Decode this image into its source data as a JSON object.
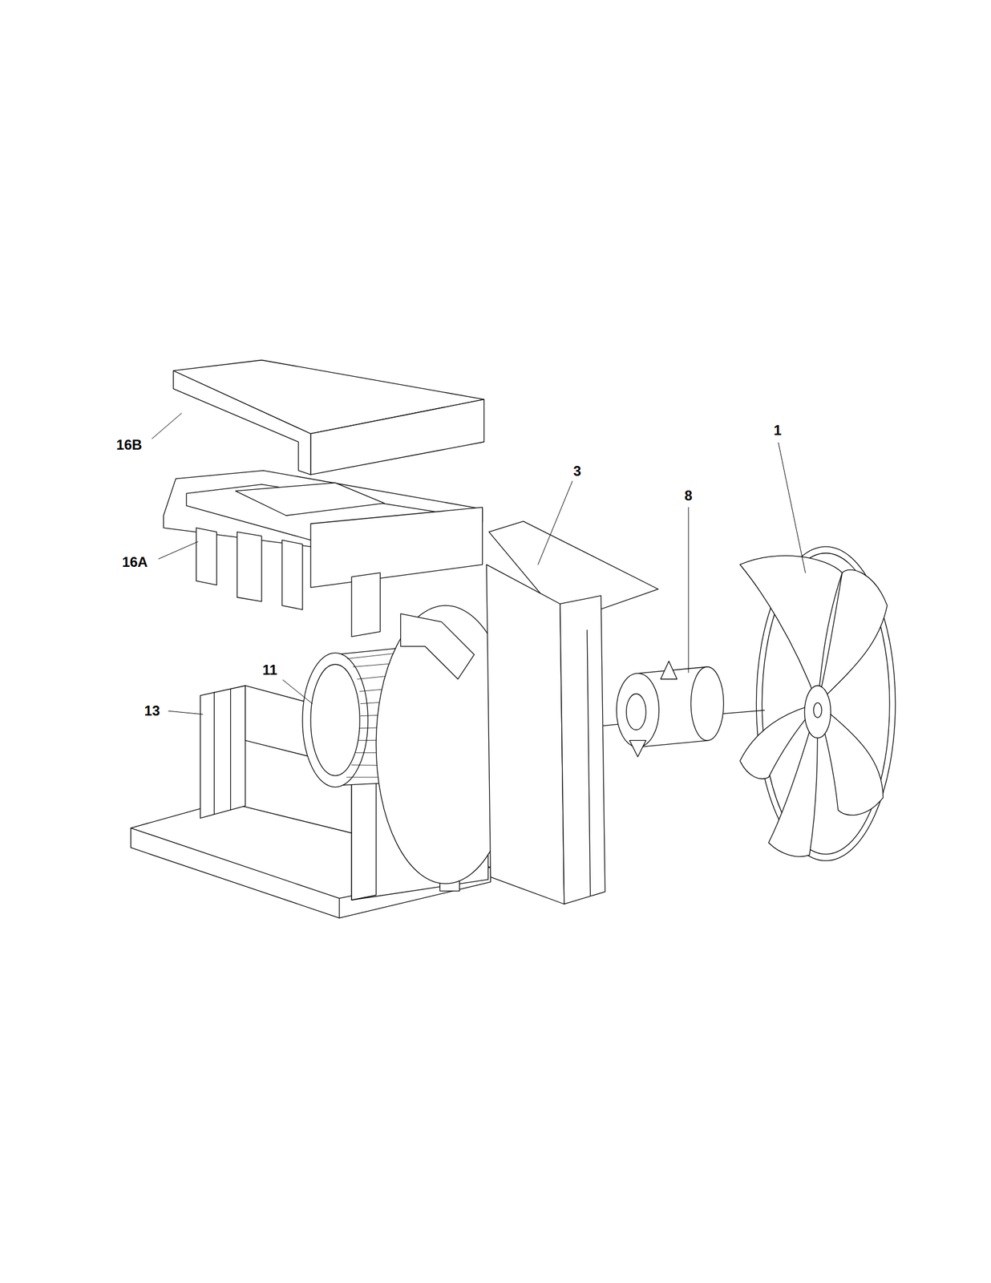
{
  "diagram": {
    "labels": [
      "16B",
      "3",
      "8",
      "1",
      "16A",
      "11",
      "13"
    ]
  }
}
